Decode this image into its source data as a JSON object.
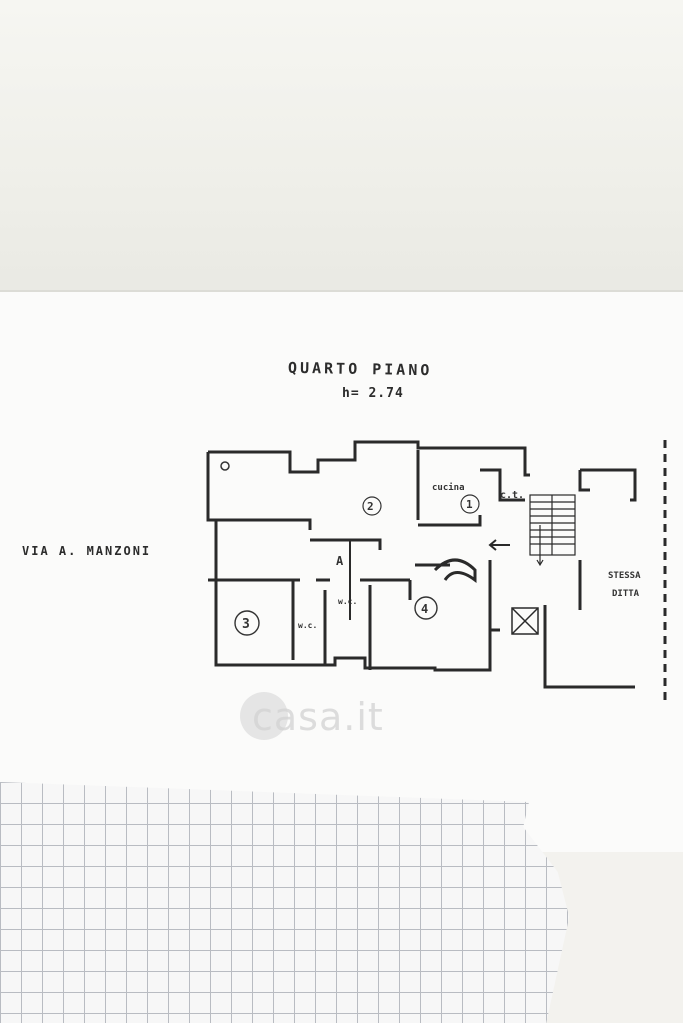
{
  "plan": {
    "title": "QUARTO  PIANO",
    "height": "h= 2.74",
    "street": "VIA  A. MANZONI",
    "rooms": {
      "room1": "1",
      "room2": "2",
      "room3": "3",
      "room4": "4",
      "kitchen": "cucina",
      "ct": "c.t.",
      "wc_a": "w.c.",
      "wc_b": "w.c.",
      "hall": "A",
      "neighbor_line1": "STESSA",
      "neighbor_line2": "DITTA"
    }
  },
  "watermark": "casa.it"
}
